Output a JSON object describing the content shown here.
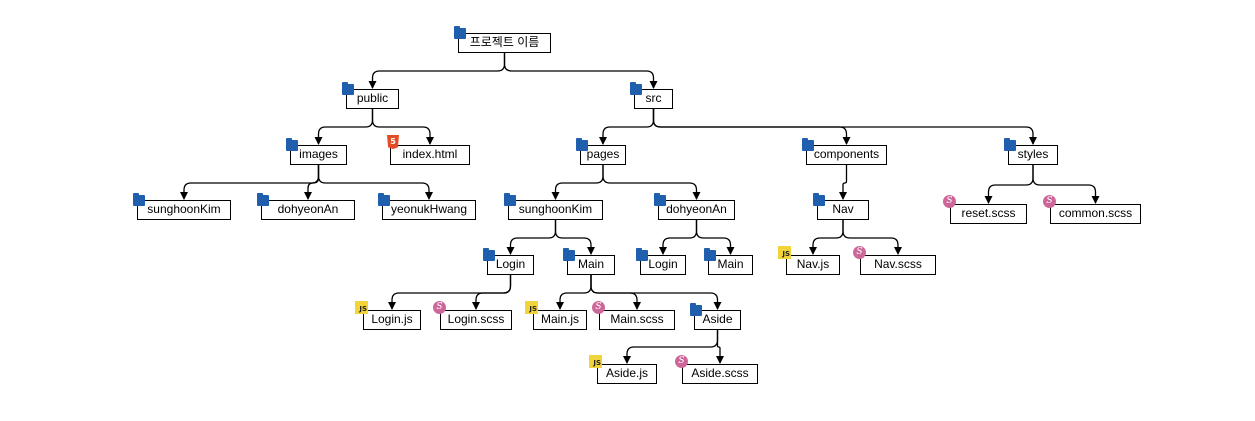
{
  "diagram": {
    "type": "folder-tree",
    "nodes": [
      {
        "id": "root",
        "label": "프로젝트 이름",
        "icon": "folder-icon"
      },
      {
        "id": "public",
        "label": "public",
        "icon": "folder-icon",
        "parent": "root"
      },
      {
        "id": "src",
        "label": "src",
        "icon": "folder-icon",
        "parent": "root"
      },
      {
        "id": "images",
        "label": "images",
        "icon": "folder-icon",
        "parent": "public"
      },
      {
        "id": "indexhtml",
        "label": "index.html",
        "icon": "html5-icon",
        "parent": "public"
      },
      {
        "id": "img_sung",
        "label": "sunghoonKim",
        "icon": "folder-icon",
        "parent": "images"
      },
      {
        "id": "img_dohy",
        "label": "dohyeonAn",
        "icon": "folder-icon",
        "parent": "images"
      },
      {
        "id": "img_yeon",
        "label": "yeonukHwang",
        "icon": "folder-icon",
        "parent": "images"
      },
      {
        "id": "pages",
        "label": "pages",
        "icon": "folder-icon",
        "parent": "src"
      },
      {
        "id": "components",
        "label": "components",
        "icon": "folder-icon",
        "parent": "src"
      },
      {
        "id": "styles",
        "label": "styles",
        "icon": "folder-icon",
        "parent": "src"
      },
      {
        "id": "pg_sung",
        "label": "sunghoonKim",
        "icon": "folder-icon",
        "parent": "pages"
      },
      {
        "id": "pg_dohy",
        "label": "dohyeonAn",
        "icon": "folder-icon",
        "parent": "pages"
      },
      {
        "id": "s_login",
        "label": "Login",
        "icon": "folder-icon",
        "parent": "pg_sung"
      },
      {
        "id": "s_main",
        "label": "Main",
        "icon": "folder-icon",
        "parent": "pg_sung"
      },
      {
        "id": "d_login",
        "label": "Login",
        "icon": "folder-icon",
        "parent": "pg_dohy"
      },
      {
        "id": "d_main",
        "label": "Main",
        "icon": "folder-icon",
        "parent": "pg_dohy"
      },
      {
        "id": "loginjs",
        "label": "Login.js",
        "icon": "js-icon",
        "parent": "s_login"
      },
      {
        "id": "loginscss",
        "label": "Login.scss",
        "icon": "sass-icon",
        "parent": "s_login"
      },
      {
        "id": "mainjs",
        "label": "Main.js",
        "icon": "js-icon",
        "parent": "s_main"
      },
      {
        "id": "mainscss",
        "label": "Main.scss",
        "icon": "sass-icon",
        "parent": "s_main"
      },
      {
        "id": "aside",
        "label": "Aside",
        "icon": "folder-icon",
        "parent": "s_main"
      },
      {
        "id": "asidejs",
        "label": "Aside.js",
        "icon": "js-icon",
        "parent": "aside"
      },
      {
        "id": "asidescss",
        "label": "Aside.scss",
        "icon": "sass-icon",
        "parent": "aside"
      },
      {
        "id": "nav",
        "label": "Nav",
        "icon": "folder-icon",
        "parent": "components"
      },
      {
        "id": "navjs",
        "label": "Nav.js",
        "icon": "js-icon",
        "parent": "nav"
      },
      {
        "id": "navscss",
        "label": "Nav.scss",
        "icon": "sass-icon",
        "parent": "nav"
      },
      {
        "id": "resetscss",
        "label": "reset.scss",
        "icon": "sass-icon",
        "parent": "styles"
      },
      {
        "id": "commonscss",
        "label": "common.scss",
        "icon": "sass-icon",
        "parent": "styles"
      }
    ]
  },
  "colors": {
    "folder": "#1f5fad",
    "js": "#f0d43a",
    "sass": "#cd6799",
    "html5": "#e34c26",
    "line": "#000000"
  }
}
